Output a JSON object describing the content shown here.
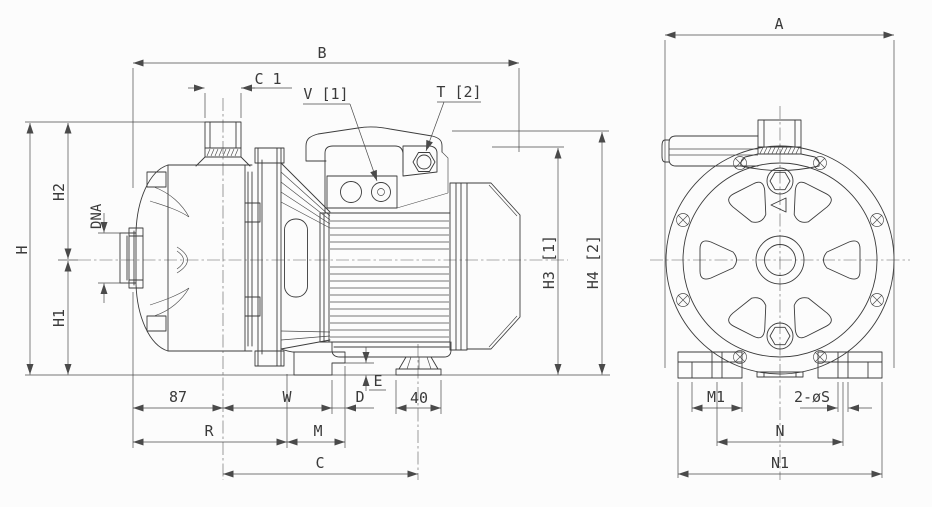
{
  "colors": {
    "line": "#3c3c3c",
    "background": "#fcfcfc"
  },
  "side_view": {
    "dims": {
      "B": "B",
      "C1": "C 1",
      "H": "H",
      "H2": "H2",
      "H1": "H1",
      "DNA": "DNA",
      "d87": "87",
      "W": "W",
      "D": "D",
      "E": "E",
      "d40": "40",
      "R": "R",
      "M": "M",
      "C": "C",
      "H3": "H3 [1]",
      "H4": "H4 [2]"
    },
    "callouts": {
      "V1": "V [1]",
      "T2": "T [2]"
    }
  },
  "front_view": {
    "dims": {
      "A": "A",
      "M1": "M1",
      "S2": "2-øS",
      "N": "N",
      "N1": "N1"
    }
  }
}
